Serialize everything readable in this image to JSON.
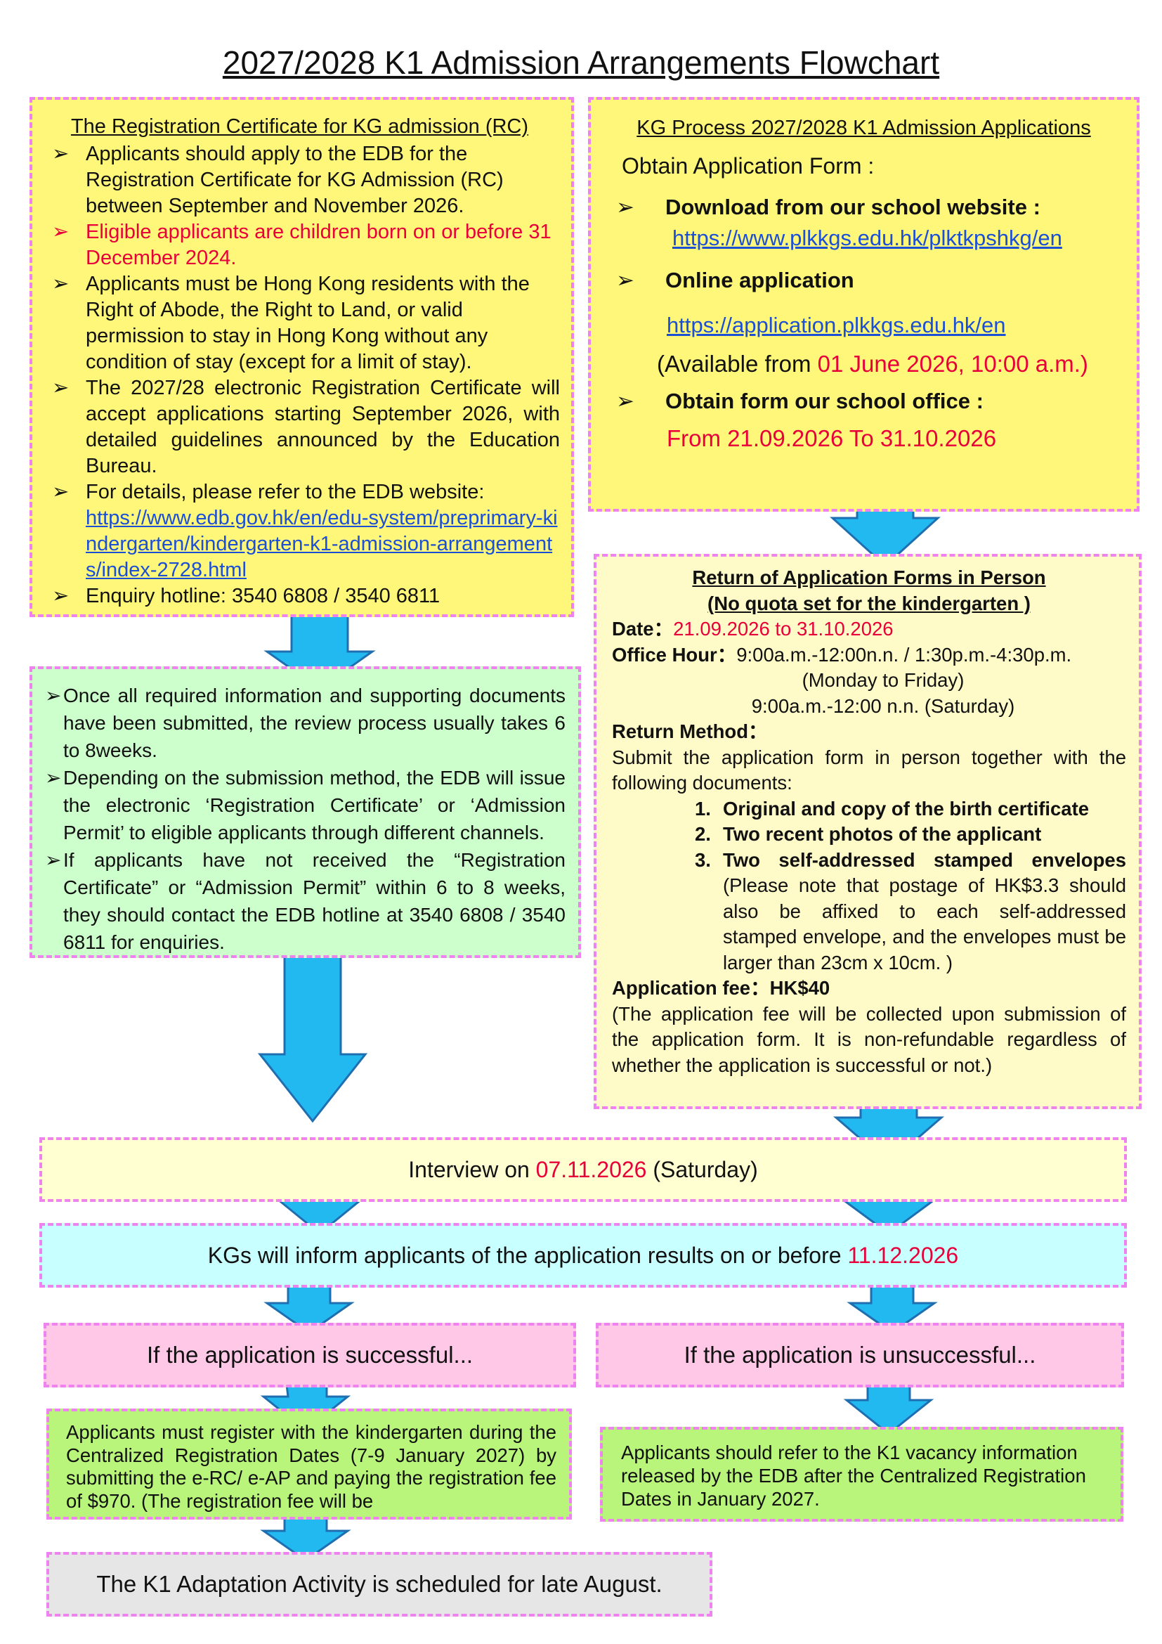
{
  "title": "2027/2028 K1 Admission Arrangements Flowchart",
  "colors": {
    "border": "#ee82ee",
    "yellow": "#fff77a",
    "lightyellow": "#fffbc8",
    "paleyellow": "#ffffd2",
    "green": "#ccffcc",
    "lime": "#b8f57a",
    "cyan": "#c8ffff",
    "pink": "#ffc8e6",
    "grey": "#e6e6e6",
    "arrow": "#22b8f0",
    "red": "#e8003a",
    "link": "#1a4fd6"
  },
  "rc": {
    "heading": "The Registration Certificate for KG admission (RC)",
    "b1": "Applicants should apply to the EDB for the Registration Certificate for KG Admission (RC) between September and November 2026.",
    "b2": "Eligible applicants are children born on or before 31 December 2024.",
    "b3": "Applicants must be Hong Kong residents with the Right of Abode, the Right to Land, or valid permission to stay in Hong Kong without any condition of stay (except for a limit of stay).",
    "b4": "The 2027/28 electronic Registration Certificate will accept applications starting September 2026, with detailed guidelines announced by the Education Bureau.",
    "b5": "For details, please refer to the EDB website:",
    "b5_link": "https://www.edb.gov.hk/en/edu-system/preprimary-kindergarten/kindergarten-k1-admission-arrangements/index-2728.html",
    "b6": "Enquiry hotline:  3540 6808 / 3540 6811"
  },
  "kg": {
    "heading": "KG Process 2027/2028 K1 Admission Applications",
    "obtain": "Obtain Application Form :",
    "download": "Download from our school website :",
    "download_link": "https://www.plkkgs.edu.hk/plktkpshkg/en",
    "online": "Online application",
    "online_link": "https://application.plkkgs.edu.hk/en",
    "avail_pre": "(Available from ",
    "avail_date": "01 June 2026, 10:00 a.m.)",
    "office": "Obtain form our school office :",
    "office_dates": "From 21.09.2026 To 31.10.2026"
  },
  "review": {
    "b1": "Once all required information and supporting documents have been submitted, the review process usually takes 6 to 8weeks.",
    "b2": "Depending on the submission method, the EDB will issue the electronic ‘Registration Certificate’ or ‘Admission Permit’ to eligible applicants through different channels.",
    "b3": "If applicants have not received the “Registration Certificate” or “Admission Permit” within 6 to 8 weeks, they should contact the EDB hotline at 3540 6808 / 3540 6811 for enquiries."
  },
  "ret": {
    "heading1": "Return of Application Forms in Person",
    "heading2": "(No quota set for the kindergarten )",
    "date_label": "Date：",
    "date_value": "21.09.2026 to 31.10.2026",
    "hour_label": "Office Hour：",
    "hour_value": "9:00a.m.-12:00n.n. / 1:30p.m.-4:30p.m.",
    "hour_days": "(Monday to Friday)",
    "hour_sat": "9:00a.m.-12:00 n.n. (Saturday)",
    "method_label": "Return Method：",
    "method_text": "Submit the application form in person together with the following documents:",
    "doc1": "Original and copy of the birth certificate",
    "doc2": "Two recent photos of the applicant",
    "doc3": "Two self-addressed stamped envelopes",
    "doc3_note": "(Please note that postage of HK$3.3 should also be affixed to each self-addressed stamped envelope, and the envelopes must be larger than 23cm x 10cm. )",
    "fee_label": "Application fee：HK$40",
    "fee_note": "(The application fee will be collected upon submission of the application form. It is non-refundable regardless of whether the application is successful or not.)"
  },
  "interview": {
    "pre": "Interview on ",
    "date": "07.11.2026",
    "post": " (Saturday)"
  },
  "results": {
    "pre": "KGs will inform applicants of the application results on or before ",
    "date": "11.12.2026"
  },
  "success": "If the application is successful...",
  "unsuccess": "If the application is unsuccessful...",
  "register": "Applicants must register with the kindergarten during the Centralized Registration Dates (7-9 January 2027) by submitting the e-RC/ e-AP and paying the registration fee of $970. (The registration fee will be",
  "vacancy": "Applicants should refer to the K1 vacancy information released by the EDB after the Centralized Registration Dates in January 2027.",
  "adaptation": "The K1 Adaptation Activity is scheduled for late August."
}
